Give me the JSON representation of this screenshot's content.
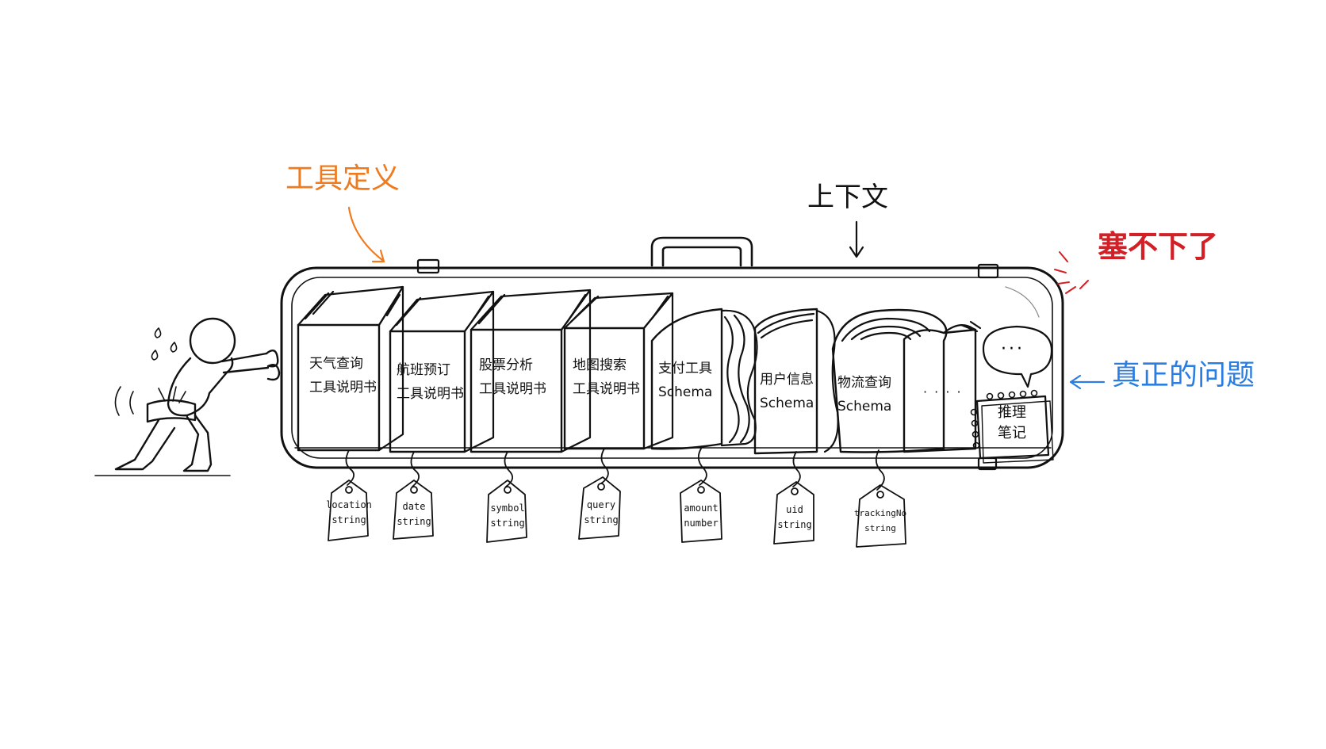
{
  "labels": {
    "tool_definitions": "工具定义",
    "context": "上下文",
    "overflow": "塞不下了",
    "real_question": "真正的问题"
  },
  "colors": {
    "tool_definitions": "#f07a1e",
    "overflow": "#d32027",
    "real_question": "#2a7de1",
    "ink": "#111111"
  },
  "books": [
    {
      "line1": "天气查询",
      "line2": "工具说明书"
    },
    {
      "line1": "航班预订",
      "line2": "工具说明书"
    },
    {
      "line1": "股票分析",
      "line2": "工具说明书"
    },
    {
      "line1": "地图搜索",
      "line2": "工具说明书"
    }
  ],
  "schemas": [
    {
      "line1": "支付工具",
      "line2": "Schema"
    },
    {
      "line1": "用户信息",
      "line2": "Schema"
    },
    {
      "line1": "物流查询",
      "line2": "Schema"
    }
  ],
  "ellipsis_book": "· · · ·",
  "speech_bubble": "···",
  "notes": {
    "line1": "推理",
    "line2": "笔记"
  },
  "tags": [
    {
      "name": "location",
      "type": "string"
    },
    {
      "name": "date",
      "type": "string"
    },
    {
      "name": "symbol",
      "type": "string"
    },
    {
      "name": "query",
      "type": "string"
    },
    {
      "name": "amount",
      "type": "number"
    },
    {
      "name": "uid",
      "type": "string"
    },
    {
      "name": "trackingNo",
      "type": "string"
    }
  ]
}
